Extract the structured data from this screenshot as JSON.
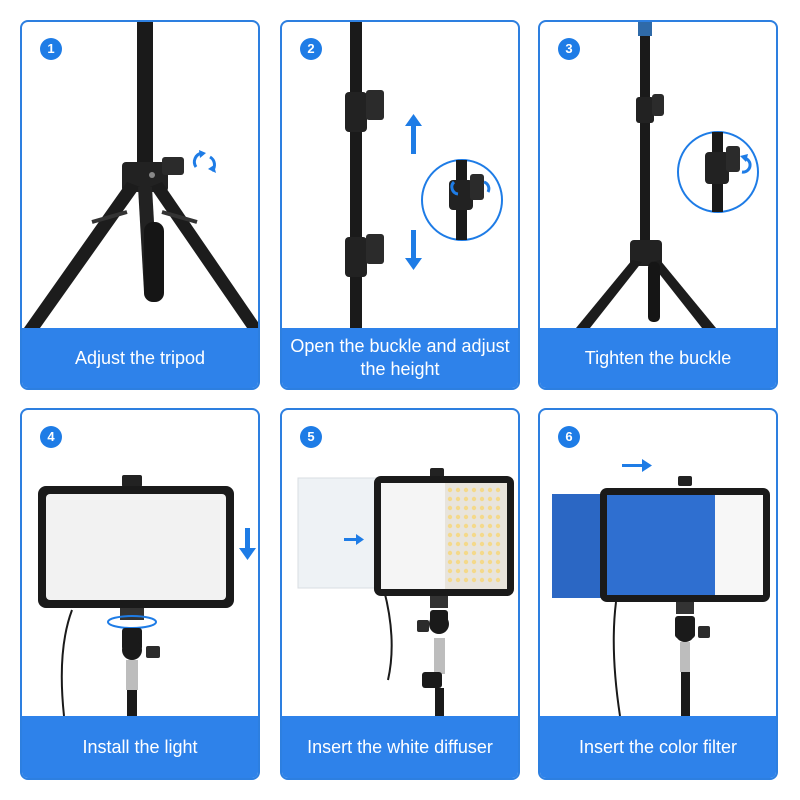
{
  "accent_color": "#2e82ea",
  "steps": [
    {
      "number": "1",
      "caption": "Adjust the tripod"
    },
    {
      "number": "2",
      "caption": "Open the buckle and adjust the height"
    },
    {
      "number": "3",
      "caption": "Tighten the buckle"
    },
    {
      "number": "4",
      "caption": "Install the light"
    },
    {
      "number": "5",
      "caption": "Insert the white diffuser"
    },
    {
      "number": "6",
      "caption": "Insert the color filter"
    }
  ]
}
